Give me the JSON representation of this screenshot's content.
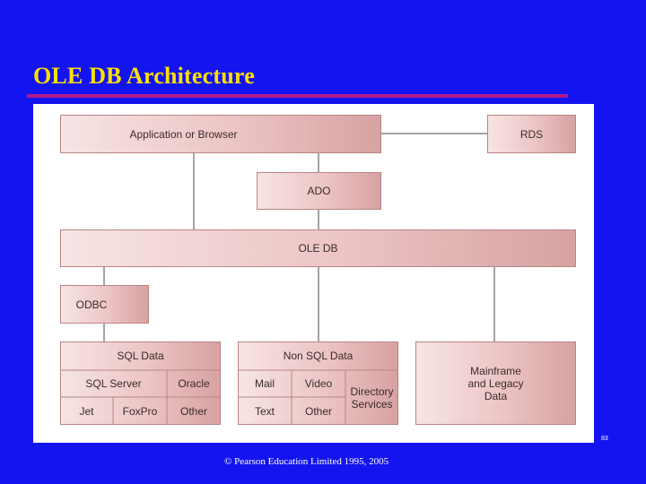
{
  "slide": {
    "title": "OLE DB Architecture",
    "footer": "© Pearson Education Limited 1995, 2005",
    "slide_number": "83"
  },
  "diagram": {
    "application": "Application or Browser",
    "rds": "RDS",
    "ado": "ADO",
    "oledb": "OLE DB",
    "odbc": "ODBC",
    "sql_data": {
      "title": "SQL Data",
      "row1": [
        "SQL Server",
        "Oracle"
      ],
      "row2": [
        "Jet",
        "FoxPro",
        "Other"
      ]
    },
    "non_sql_data": {
      "title": "Non SQL Data",
      "row1": [
        "Mail",
        "Video"
      ],
      "row2": [
        "Text",
        "Other"
      ],
      "directory": "Directory\nServices"
    },
    "mainframe": "Mainframe\nand Legacy\nData"
  }
}
